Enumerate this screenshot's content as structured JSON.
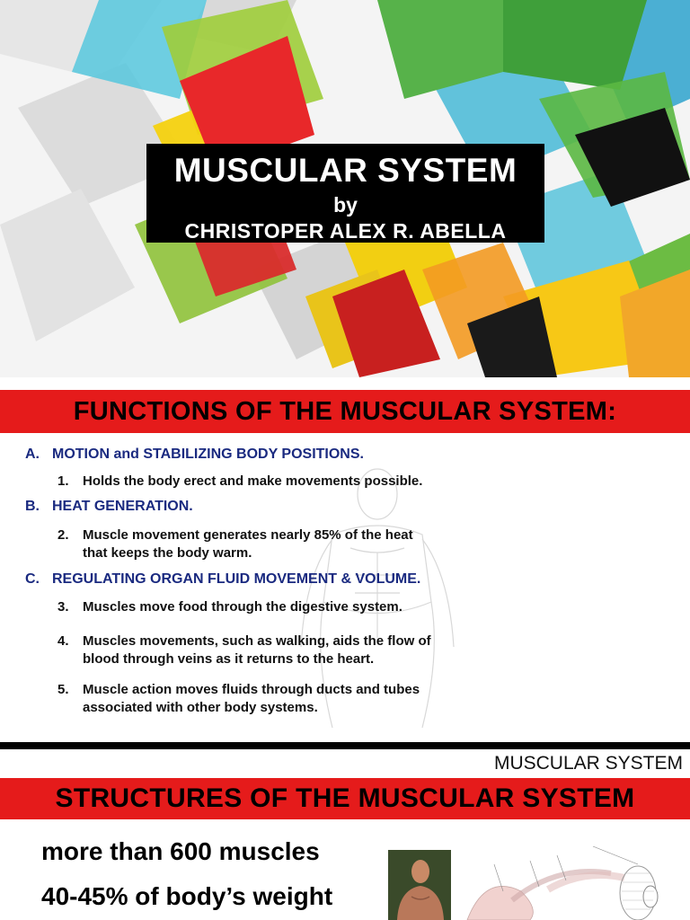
{
  "title_slide": {
    "title": "MUSCULAR SYSTEM",
    "by": "by",
    "author": "CHRISTOPER ALEX R. ABELLA"
  },
  "functions_slide": {
    "banner": "FUNCTIONS OF THE MUSCULAR SYSTEM:",
    "sections": [
      {
        "letter": "A.",
        "heading": "MOTION and STABILIZING BODY POSITIONS."
      },
      {
        "letter": "B.",
        "heading": "HEAT GENERATION."
      },
      {
        "letter": "C.",
        "heading": "REGULATING ORGAN FLUID MOVEMENT & VOLUME."
      }
    ],
    "points": [
      {
        "num": "1.",
        "lines": [
          "Holds the body erect and make movements possible."
        ]
      },
      {
        "num": "2.",
        "lines": [
          "Muscle movement generates nearly 85% of the heat",
          "that keeps the body warm."
        ]
      },
      {
        "num": "3.",
        "lines": [
          "Muscles move food through the digestive system."
        ]
      },
      {
        "num": "4.",
        "lines": [
          "Muscles movements, such as walking, aids the flow of",
          "blood through veins as it returns to the heart."
        ]
      },
      {
        "num": "5.",
        "lines": [
          "Muscle action moves fluids through ducts and tubes",
          "associated with other body systems."
        ]
      }
    ]
  },
  "structures_slide": {
    "footer_label": "MUSCULAR SYSTEM",
    "banner": "STRUCTURES OF THE MUSCULAR SYSTEM",
    "stat_1": "more than 600 muscles",
    "stat_2_value": "40-45%",
    "stat_2_text": " of body’s weight"
  },
  "colors": {
    "banner_red": "#e51b1b",
    "heading_blue": "#1a2a80",
    "title_box": "#000000"
  }
}
